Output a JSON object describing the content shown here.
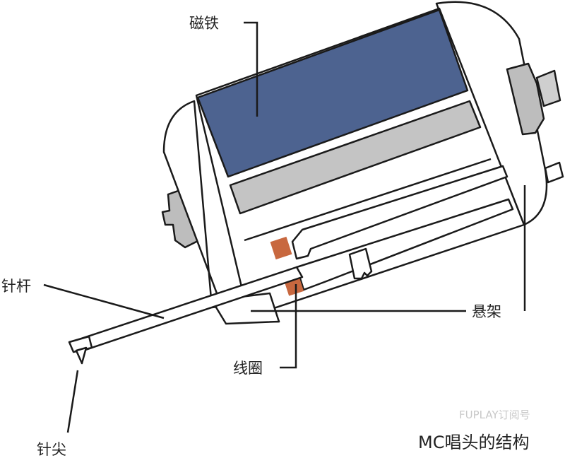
{
  "labels": {
    "magnet": "磁铁",
    "cantilever": "针杆",
    "stylus_tip": "针尖",
    "coil": "线圈",
    "suspension": "悬架"
  },
  "caption": "MC唱头的结构",
  "watermark": "FUPLAY订阅号",
  "colors": {
    "magnet": "#4d6390",
    "pole_piece": "#c4c4c4",
    "coil": "#c8683f",
    "nut": "#bdbdbd"
  }
}
